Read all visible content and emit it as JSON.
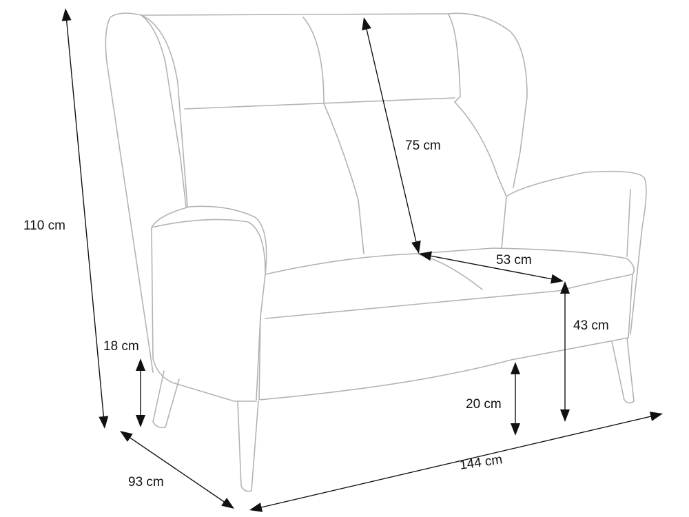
{
  "product": "sofa",
  "line_color": "#b3b3b3",
  "dimension_color": "#111111",
  "dimensions": {
    "overall_height": "110 cm",
    "backrest_height": "75 cm",
    "seat_depth": "53 cm",
    "seat_height": "43 cm",
    "armrest_height": "18 cm",
    "leg_height": "20 cm",
    "overall_depth": "93 cm",
    "overall_width": "144 cm"
  }
}
